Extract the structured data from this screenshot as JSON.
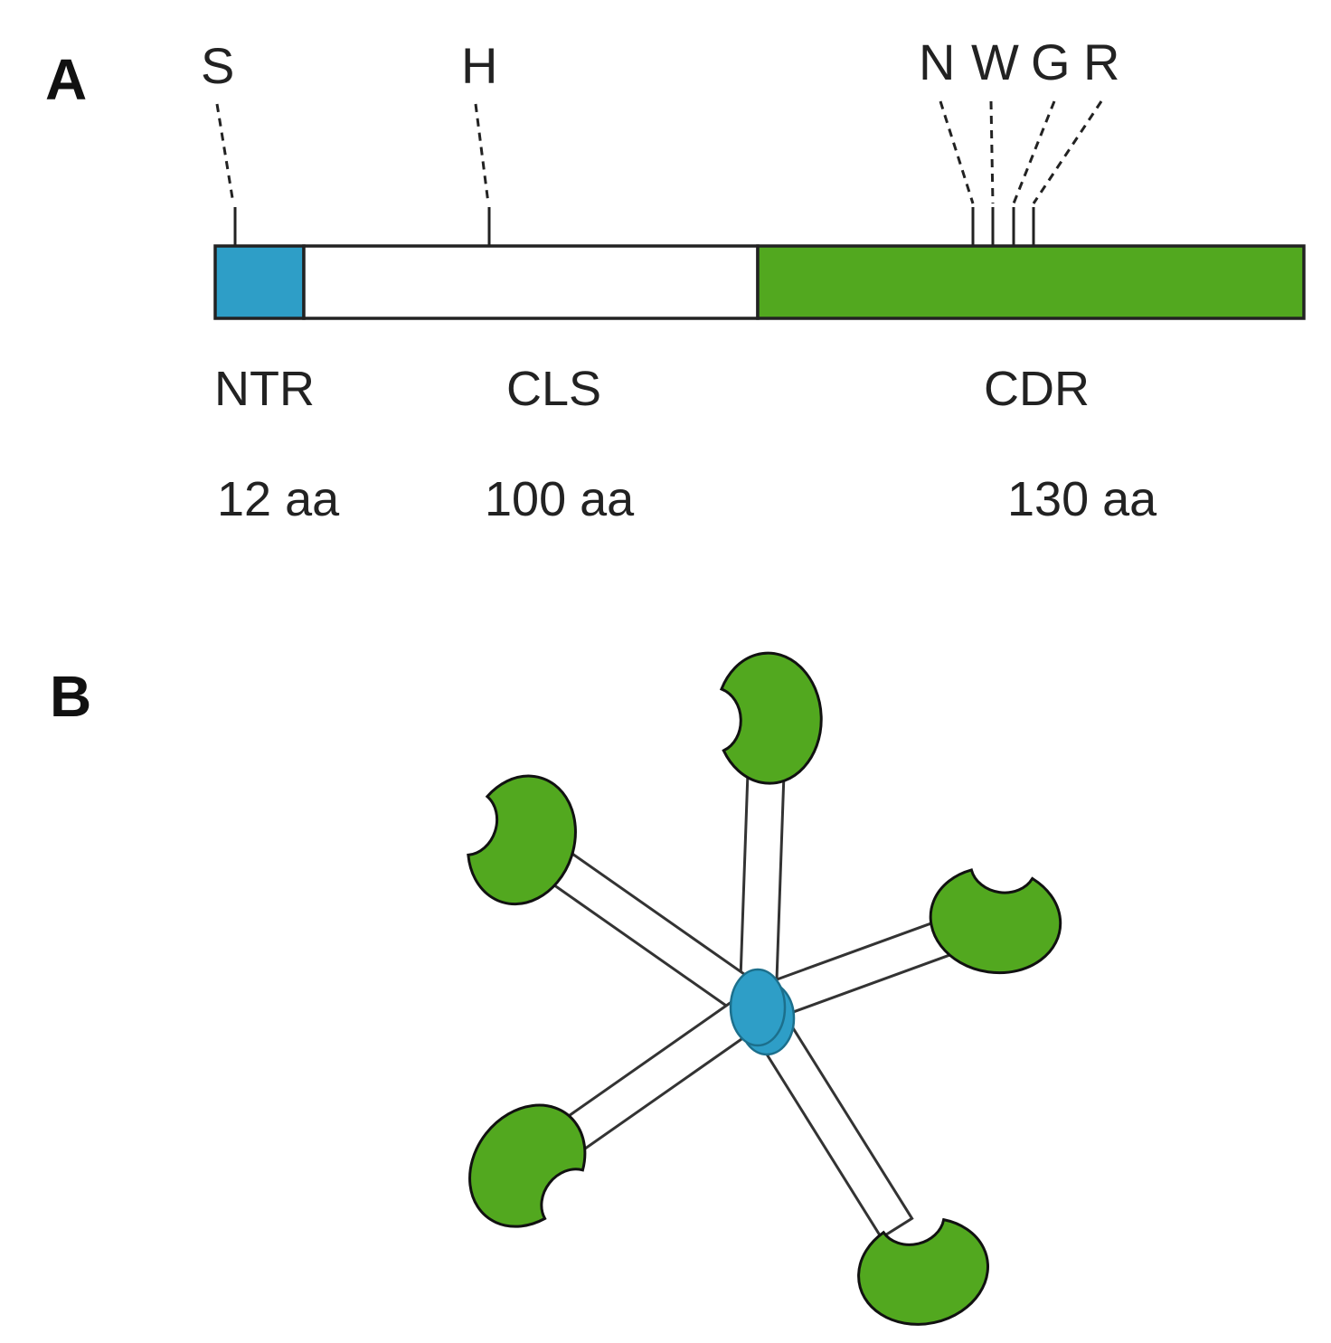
{
  "panels": {
    "a_label": "A",
    "b_label": "B"
  },
  "sites": [
    {
      "letter": "S"
    },
    {
      "letter": "H"
    },
    {
      "letter": "N"
    },
    {
      "letter": "W"
    },
    {
      "letter": "G"
    },
    {
      "letter": "R"
    }
  ],
  "domains": [
    {
      "name": "NTR",
      "length": "12 aa",
      "color": "#2e9ec7"
    },
    {
      "name": "CLS",
      "length": "100 aa",
      "color": "#ffffff"
    },
    {
      "name": "CDR",
      "length": "130 aa",
      "color": "#52a81f"
    }
  ],
  "oligomer": {
    "head_color": "#52a81f",
    "hub_color": "#2e9ec7"
  }
}
